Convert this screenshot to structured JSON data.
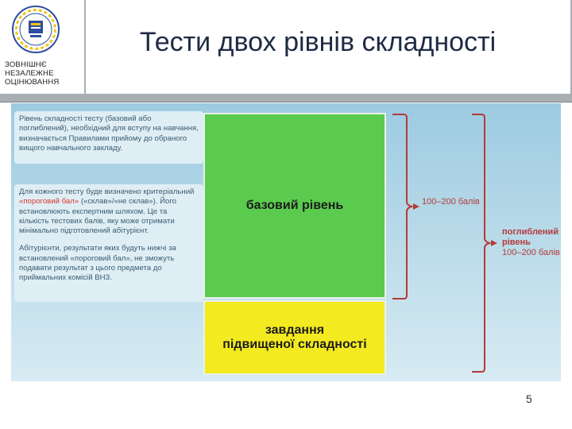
{
  "header": {
    "org_lines": [
      "ЗОВНІШНЄ",
      "НЕЗАЛЕЖНЕ",
      "ОЦІНЮВАННЯ"
    ],
    "title": "Тести двох рівнів складності"
  },
  "left_cards": {
    "card1": "Рівень складності тесту (базовий або поглиблений), необхідний для вступу на навчання, визначається Правилами прийому до обраного вищого навчального закладу.",
    "card2_part1_a": "Для кожного тесту буде визначено критеріальний ",
    "card2_part1_hl": "«пороговий бал»",
    "card2_part1_b": " («склав»/«не склав»). Його встановлюють експертним шляхом. Це та кількість тестових балів, яку може отримати мінімально підготовлений абітурієнт.",
    "card2_part2": "Абітурієнти, результати яких будуть нижчі за встановлений «пороговий бал», не зможуть подавати результат з цього предмета до приймальних комісій ВНЗ."
  },
  "blocks": {
    "basic": "базовий рівень",
    "advanced_line1": "завдання",
    "advanced_line2": "підвищеної складності"
  },
  "labels": {
    "basic_range": "100–200 балів",
    "deep_line1": "поглиблений",
    "deep_line2": "рівень",
    "deep_range": "100–200 балів"
  },
  "page_number": "5",
  "colors": {
    "basic_block": "#5acb4e",
    "advanced_block": "#f3ea1f",
    "brace": "#b53a3a"
  }
}
